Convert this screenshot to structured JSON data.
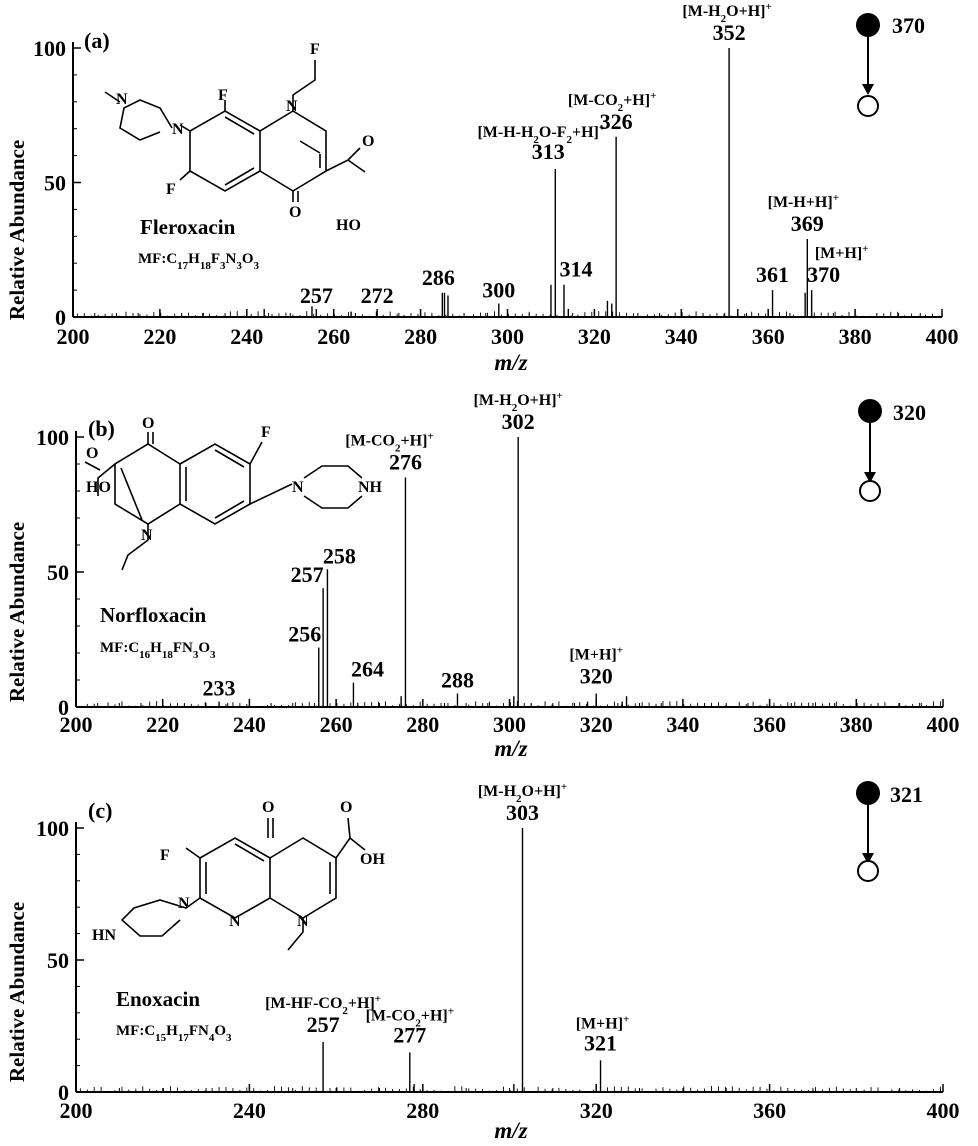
{
  "axis": {
    "ylabel": "Relative Abundance",
    "xlabel": "m/z",
    "yticks": [
      "0",
      "50",
      "100"
    ]
  },
  "chart_data": [
    {
      "type": "bar",
      "panel_label": "(a)",
      "compound": "Fleroxacin",
      "formula": {
        "prefix": "MF:",
        "parts": [
          [
            "C",
            "17"
          ],
          [
            "H",
            "18"
          ],
          [
            "F",
            "3"
          ],
          [
            "N",
            "3"
          ],
          [
            "O",
            "3"
          ]
        ]
      },
      "precursor": "370",
      "xlim": [
        200,
        400
      ],
      "xticks": [
        "200",
        "220",
        "240",
        "260",
        "280",
        "300",
        "320",
        "340",
        "360",
        "380",
        "400"
      ],
      "ylim": [
        0,
        100
      ],
      "peaks": [
        {
          "mz": 256,
          "abundance": 3,
          "label": "257"
        },
        {
          "mz": 270,
          "abundance": 3,
          "label": "272"
        },
        {
          "mz": 285,
          "abundance": 9,
          "label": "286"
        },
        {
          "mz": 298,
          "abundance": 5,
          "label": "300"
        },
        {
          "mz": 311,
          "abundance": 55,
          "label": "313",
          "ion": [
            "[M-H-H",
            "2",
            "O-F",
            "2",
            "+H]",
            "+"
          ]
        },
        {
          "mz": 313,
          "abundance": 12,
          "label": "314"
        },
        {
          "mz": 325,
          "abundance": 67,
          "label": "326",
          "ion": [
            "[M-CO",
            "2",
            "+H]",
            "+"
          ]
        },
        {
          "mz": 351,
          "abundance": 100,
          "label": "352",
          "ion": [
            "[M-H",
            "2",
            "O+H]",
            "+"
          ]
        },
        {
          "mz": 361,
          "abundance": 10,
          "label": "361"
        },
        {
          "mz": 369,
          "abundance": 29,
          "label": "369",
          "ion": [
            "[M-H+H]",
            "+"
          ]
        },
        {
          "mz": 370,
          "abundance": 10,
          "label": "370",
          "ion": [
            "[M+H]",
            "+"
          ]
        },
        {
          "mz": 255,
          "abundance": 4
        },
        {
          "mz": 285.5,
          "abundance": 9
        },
        {
          "mz": 286.3,
          "abundance": 8
        },
        {
          "mz": 310,
          "abundance": 12
        },
        {
          "mz": 323,
          "abundance": 6
        },
        {
          "mz": 324,
          "abundance": 5
        },
        {
          "mz": 353,
          "abundance": 3
        },
        {
          "mz": 368.5,
          "abundance": 9
        },
        {
          "mz": 244,
          "abundance": 3
        },
        {
          "mz": 264,
          "abundance": 2
        },
        {
          "mz": 314,
          "abundance": 3
        }
      ]
    },
    {
      "type": "bar",
      "panel_label": "(b)",
      "compound": "Norfloxacin",
      "formula": {
        "prefix": "MF:",
        "parts": [
          [
            "C",
            "16"
          ],
          [
            "H",
            "18"
          ],
          [
            "F",
            ""
          ],
          [
            "N",
            "3"
          ],
          [
            "O",
            "3"
          ]
        ]
      },
      "precursor": "320",
      "xlim": [
        200,
        400
      ],
      "xticks": [
        "200",
        "220",
        "240",
        "260",
        "280",
        "300",
        "320",
        "340",
        "360",
        "380",
        "400"
      ],
      "ylim": [
        0,
        100
      ],
      "peaks": [
        {
          "mz": 233,
          "abundance": 2,
          "label": "233"
        },
        {
          "mz": 256,
          "abundance": 22,
          "label": "256"
        },
        {
          "mz": 257,
          "abundance": 44,
          "label": "257"
        },
        {
          "mz": 258,
          "abundance": 51,
          "label": "258"
        },
        {
          "mz": 264,
          "abundance": 9,
          "label": "264"
        },
        {
          "mz": 276,
          "abundance": 85,
          "label": "276",
          "ion": [
            "[M-CO",
            "2",
            "+H]",
            "+"
          ]
        },
        {
          "mz": 288,
          "abundance": 5,
          "label": "288"
        },
        {
          "mz": 302,
          "abundance": 100,
          "label": "302",
          "ion": [
            "[M-H",
            "2",
            "O+H]",
            "+"
          ]
        },
        {
          "mz": 320,
          "abundance": 5,
          "label": "320",
          "ion": [
            "[M+H]",
            "+"
          ]
        },
        {
          "mz": 275,
          "abundance": 4
        },
        {
          "mz": 301,
          "abundance": 4
        },
        {
          "mz": 327,
          "abundance": 4
        },
        {
          "mz": 326,
          "abundance": 2
        },
        {
          "mz": 318,
          "abundance": 2
        }
      ]
    },
    {
      "type": "bar",
      "panel_label": "(c)",
      "compound": "Enoxacin",
      "formula": {
        "prefix": "MF:",
        "parts": [
          [
            "C",
            "15"
          ],
          [
            "H",
            "17"
          ],
          [
            "F",
            ""
          ],
          [
            "N",
            "4"
          ],
          [
            "O",
            "3"
          ]
        ]
      },
      "precursor": "321",
      "xlim": [
        200,
        400
      ],
      "xticks": [
        "200",
        "240",
        "280",
        "320",
        "360",
        "400"
      ],
      "ylim": [
        0,
        100
      ],
      "peaks": [
        {
          "mz": 257,
          "abundance": 19,
          "label": "257",
          "ion": [
            "[M-HF-CO",
            "2",
            "+H]",
            "+"
          ]
        },
        {
          "mz": 277,
          "abundance": 15,
          "label": "277",
          "ion": [
            "[M-CO",
            "2",
            "+H]",
            "+"
          ]
        },
        {
          "mz": 303,
          "abundance": 100,
          "label": "303",
          "ion": [
            "[M-H",
            "2",
            "O+H]",
            "+"
          ]
        },
        {
          "mz": 321,
          "abundance": 12,
          "label": "321",
          "ion": [
            "[M+H]",
            "+"
          ]
        },
        {
          "mz": 278,
          "abundance": 3
        },
        {
          "mz": 301,
          "abundance": 3
        }
      ]
    }
  ],
  "structure_atoms": {
    "fleroxacin": {
      "F": "F",
      "N": "N",
      "O": "O",
      "OH": "HO"
    },
    "norfloxacin": {
      "F": "F",
      "N": "N",
      "O": "O",
      "HO": "HO",
      "NH": "NH"
    },
    "enoxacin": {
      "F": "F",
      "N": "N",
      "O": "O",
      "OH": "OH",
      "HN": "HN"
    }
  }
}
